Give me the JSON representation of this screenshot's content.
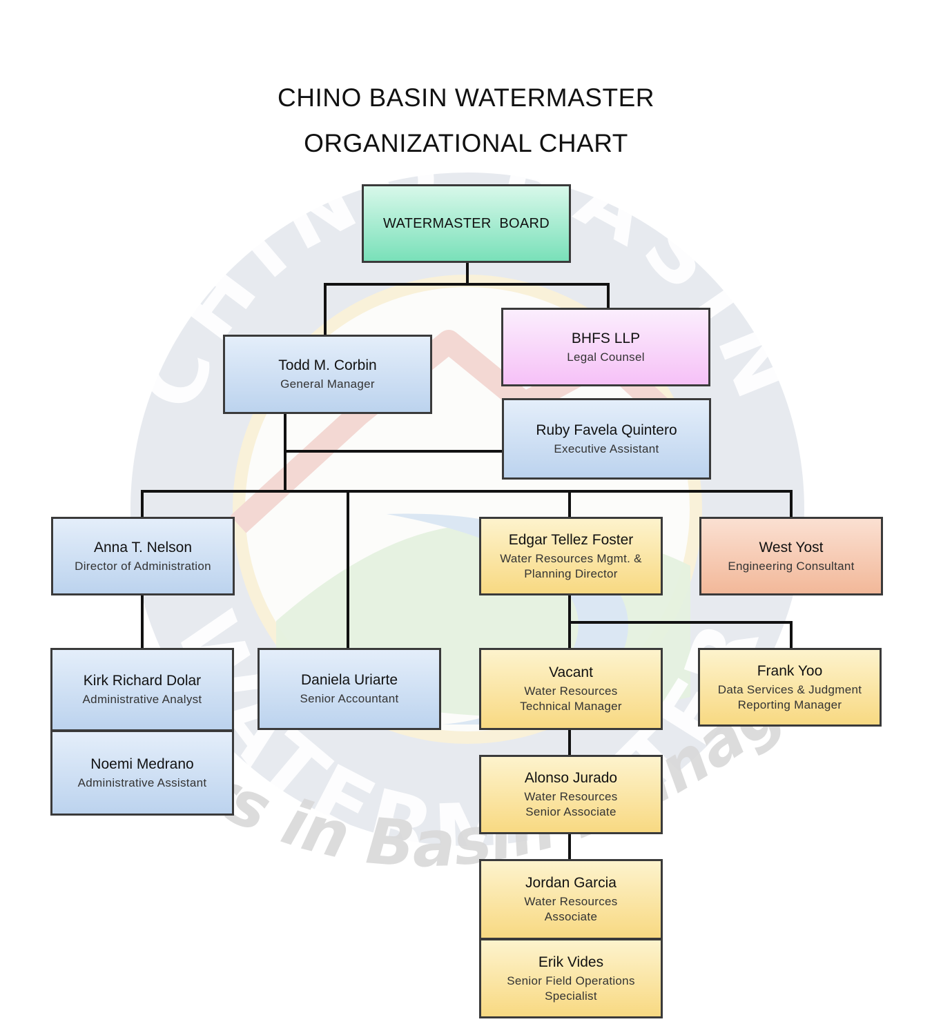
{
  "title": {
    "line1": "CHINO BASIN WATERMASTER",
    "line2": "ORGANIZATIONAL CHART"
  },
  "watermark": {
    "arc_top": "CHINO BASIN",
    "arc_middle": "WATERMASTER",
    "arc_bottom": "Partners in Basin Management"
  },
  "board": {
    "label": "WATERMASTER  BOARD"
  },
  "nodes": {
    "general_manager": {
      "name": "Todd M. Corbin",
      "role": "General Manager"
    },
    "legal_counsel": {
      "name": "BHFS LLP",
      "role": "Legal Counsel"
    },
    "executive_assistant": {
      "name": "Ruby Favela Quintero",
      "role": "Executive Assistant"
    },
    "director_admin": {
      "name": "Anna T. Nelson",
      "role": "Director of Administration"
    },
    "wr_director": {
      "name": "Edgar Tellez Foster",
      "role_line1": "Water Resources Mgmt. &",
      "role_line2": "Planning Director"
    },
    "engineering": {
      "name": "West Yost",
      "role": "Engineering Consultant"
    },
    "admin_analyst": {
      "name": "Kirk Richard Dolar",
      "role": "Administrative Analyst"
    },
    "admin_assistant": {
      "name": "Noemi Medrano",
      "role": "Administrative Assistant"
    },
    "senior_accountant": {
      "name": "Daniela Uriarte",
      "role": "Senior Accountant"
    },
    "tech_manager": {
      "name": "Vacant",
      "role_line1": "Water Resources",
      "role_line2": "Technical Manager"
    },
    "data_services": {
      "name": "Frank Yoo",
      "role_line1": "Data Services & Judgment",
      "role_line2": "Reporting Manager"
    },
    "senior_associate": {
      "name": "Alonso Jurado",
      "role_line1": "Water Resources",
      "role_line2": "Senior Associate"
    },
    "associate": {
      "name": "Jordan Garcia",
      "role_line1": "Water Resources",
      "role_line2": "Associate"
    },
    "field_ops": {
      "name": "Erik Vides",
      "role_line1": "Senior Field Operations",
      "role_line2": "Specialist"
    }
  },
  "colors": {
    "board": "#79e0b9",
    "staff": "#bcd3ee",
    "water_resources": "#f8d982",
    "legal": "#f6c1f7",
    "consultant": "#f2b899",
    "connector": "#111111"
  }
}
